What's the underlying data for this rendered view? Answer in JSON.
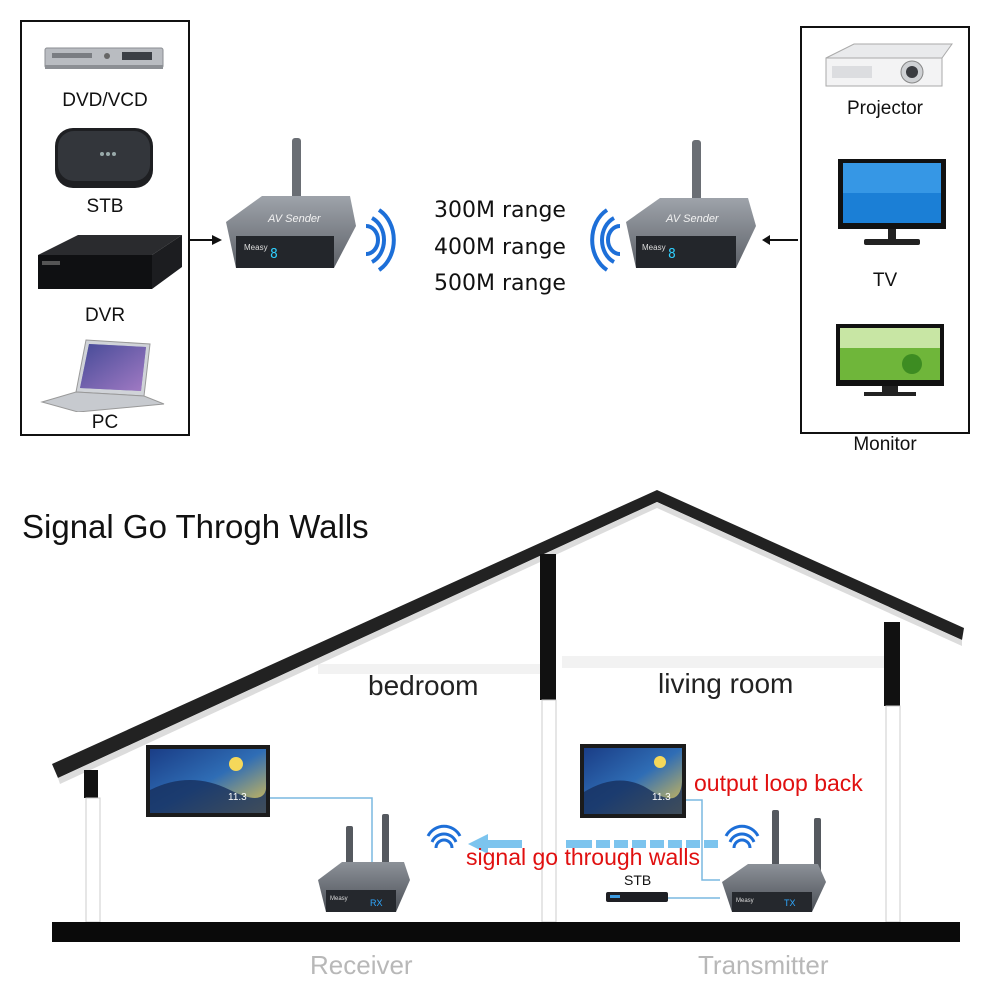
{
  "sources": {
    "items": [
      {
        "label": "DVD/VCD",
        "icon": "dvd-player-icon"
      },
      {
        "label": "STB",
        "icon": "set-top-box-icon"
      },
      {
        "label": "DVR",
        "icon": "dvr-icon"
      },
      {
        "label": "PC",
        "icon": "laptop-icon"
      }
    ]
  },
  "displays": {
    "items": [
      {
        "label": "Projector",
        "icon": "projector-icon"
      },
      {
        "label": "TV",
        "icon": "tv-icon"
      },
      {
        "label": "Monitor",
        "icon": "monitor-icon"
      }
    ]
  },
  "ranges": [
    "300M range",
    "400M range",
    "500M range"
  ],
  "device_text": {
    "brand": "Measy",
    "model": "AV Sender",
    "display": "8"
  },
  "house": {
    "title": "Signal Go Throgh Walls",
    "rooms": {
      "left": "bedroom",
      "right": "living room"
    },
    "output_loop": "output loop back",
    "signal_text": "signal go through walls",
    "stb_label": "STB",
    "receiver": "Receiver",
    "transmitter": "Transmitter",
    "rx_tag": "RX",
    "tx_tag": "TX",
    "screen_numbers": "11.3"
  },
  "colors": {
    "device_body": "#7a7f86",
    "signal_blue": "#1d6fd8",
    "arrow_blue": "#7cc4ee",
    "red_text": "#e01010",
    "gray_text": "#b8b8b8"
  }
}
